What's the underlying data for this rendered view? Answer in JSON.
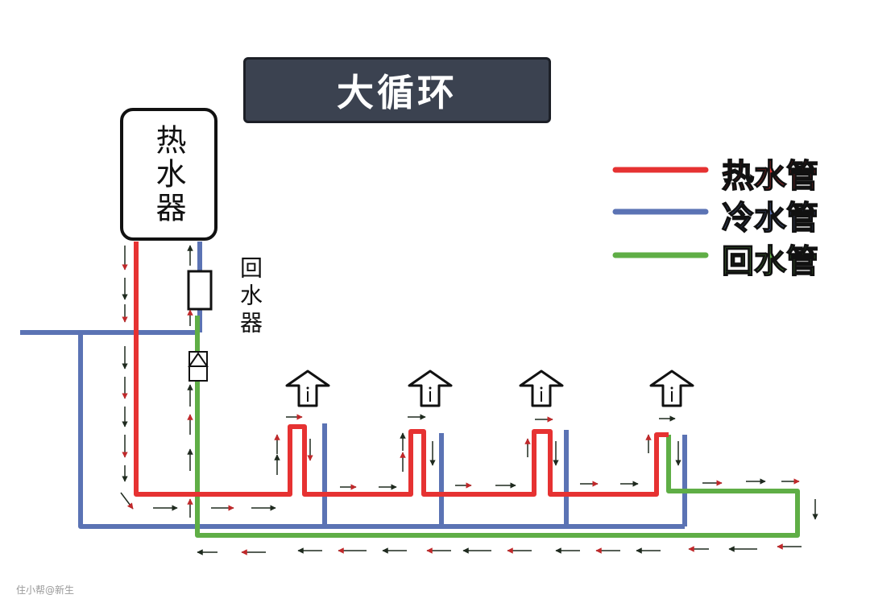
{
  "title": "大循环",
  "heater": {
    "label": "热水器"
  },
  "return_device": {
    "label": "回水器"
  },
  "legend": [
    {
      "label": "热水管",
      "color": "#e63232"
    },
    {
      "label": "冷水管",
      "color": "#5b73b4"
    },
    {
      "label": "回水管",
      "color": "#5fae46"
    }
  ],
  "colors": {
    "hot_pipe": "#e63232",
    "cold_pipe": "#5b73b4",
    "return_pipe": "#5fae46",
    "arrow_red": "#c0282a",
    "arrow_dark": "#1f2a1f",
    "title_bg": "#3b4250"
  },
  "fixtures": {
    "count": 4,
    "icon": "up-arrow-faucet-icon"
  },
  "watermark": "住小帮@新生"
}
